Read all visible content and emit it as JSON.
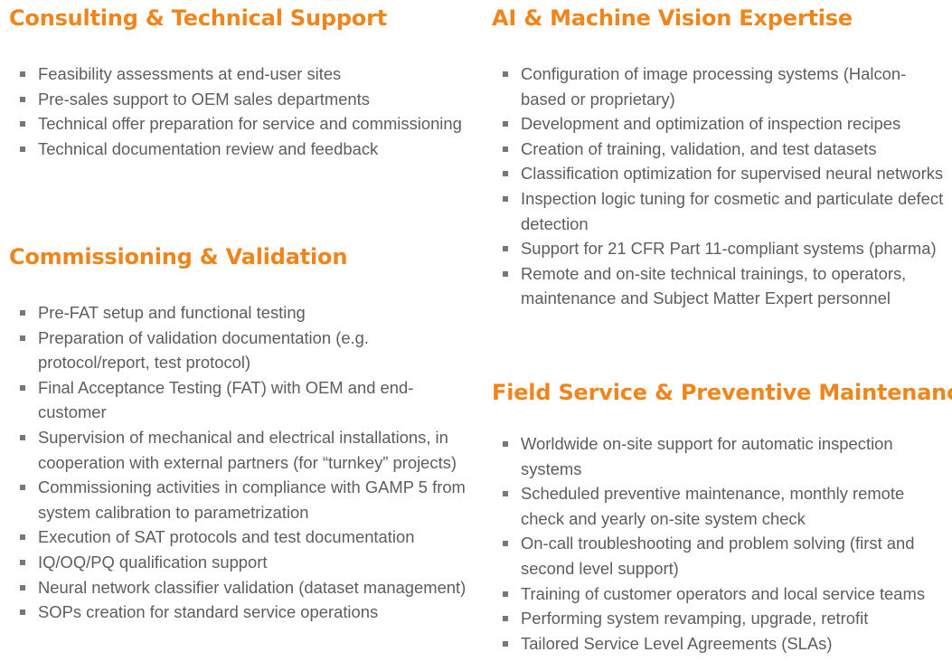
{
  "consulting": {
    "title": "Consulting & Technical Support",
    "items": [
      "Feasibility assessments at end-user sites",
      "Pre-sales support to OEM sales departments",
      "Technical offer preparation for service and commissioning",
      "Technical documentation review and feedback"
    ]
  },
  "commissioning": {
    "title": "Commissioning & Validation",
    "items": [
      "Pre-FAT setup and functional testing",
      "Preparation of validation documentation (e.g. protocol/report, test protocol)",
      "Final Acceptance Testing (FAT) with OEM and end-customer",
      "Supervision of mechanical and electrical installations, in cooperation with external partners (for “turnkey” projects)",
      "Commissioning activities in compliance with GAMP 5 from system calibration to parametrization",
      "Execution of SAT protocols and test documentation",
      "IQ/OQ/PQ qualification support",
      "Neural network classifier validation (dataset management)",
      "SOPs creation for standard service operations"
    ]
  },
  "ai": {
    "title": "AI & Machine Vision Expertise",
    "items": [
      "Configuration of image processing systems (Halcon-based or proprietary)",
      "Development and optimization of inspection recipes",
      "Creation of training, validation, and test datasets",
      "Classification optimization for supervised neural networks",
      "Inspection logic tuning for cosmetic and particulate defect detection",
      "Support for 21 CFR Part 11-compliant systems (pharma)",
      "Remote and on-site technical trainings, to operators, maintenance and Subject Matter Expert personnel"
    ]
  },
  "field": {
    "title": "Field Service & Preventive Maintenance",
    "items": [
      "Worldwide on-site support for automatic inspection systems",
      "Scheduled preventive maintenance, monthly remote check and yearly on-site system check",
      "On-call troubleshooting and problem solving (first and second level support)",
      "Training of customer operators and local service teams",
      "Performing system revamping, upgrade, retrofit",
      "Tailored Service Level Agreements (SLAs)"
    ]
  }
}
